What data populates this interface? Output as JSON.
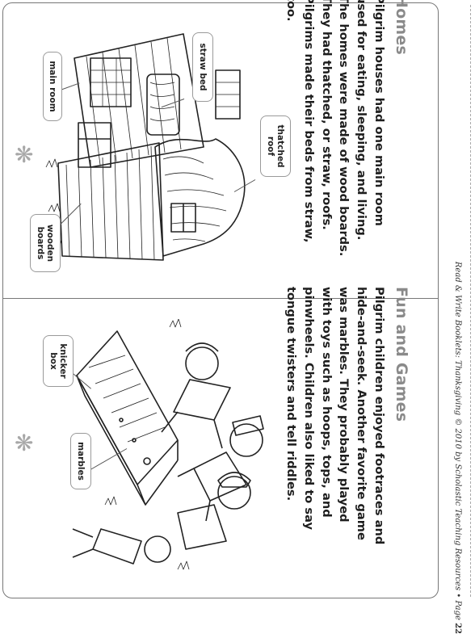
{
  "credit": {
    "text": "Read & Write Booklets: Thanksgiving © 2010 by Scholastic Teaching Resources • Page",
    "page_number": "22"
  },
  "homes": {
    "title": "Homes",
    "body": "Pilgrim houses had one main room used for eating, sleeping, and living. The homes were made of wood boards. They had thatched, or straw, roofs. Pilgrims made their beds from straw, too.",
    "labels": {
      "straw_bed": "straw bed",
      "main_room": "main room",
      "thatched_roof": "thatched roof",
      "wooden_boards": "wooden boards"
    }
  },
  "fun": {
    "title": "Fun and Games",
    "body": "Pilgrim children enjoyed footraces and hide-and-seek. Another favorite game was marbles. They probably played with toys such as hoops, tops, and pinwheels. Children also liked to say tongue twisters and tell riddles.",
    "labels": {
      "knicker_box": "knicker box",
      "marbles": "marbles"
    }
  },
  "decoration": {
    "asterisk": "❋"
  }
}
